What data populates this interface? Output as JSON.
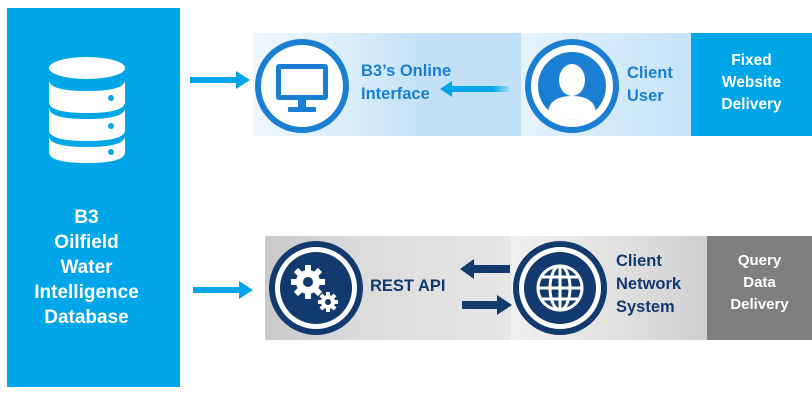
{
  "database": {
    "icon": "database-icon",
    "label_lines": [
      "B3",
      "Oilfield",
      "Water",
      "Intelligence",
      "Database"
    ]
  },
  "row1": {
    "interface_icon": "monitor-icon",
    "interface_label_lines": [
      "B3’s Online",
      "Interface"
    ],
    "client_icon": "user-icon",
    "client_label_lines": [
      "Client",
      "User"
    ],
    "delivery_lines": [
      "Fixed",
      "Website",
      "Delivery"
    ]
  },
  "row2": {
    "api_icon": "gears-icon",
    "api_label": "REST API",
    "client_icon": "globe-icon",
    "client_label_lines": [
      "Client",
      "Network",
      "System"
    ],
    "delivery_lines": [
      "Query",
      "Data",
      "Delivery"
    ]
  },
  "colors": {
    "brand_blue": "#00a6e8",
    "icon_blue": "#1a7fd3",
    "navy": "#123a6e",
    "gray": "#7f7f7f"
  }
}
